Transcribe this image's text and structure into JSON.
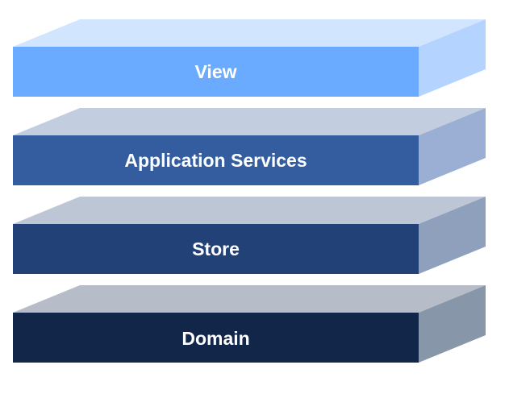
{
  "layers": [
    {
      "label": "View",
      "front_color": "#6aabff",
      "top_color": "#d1e5ff",
      "side_color": "#b4d4ff"
    },
    {
      "label": "Application Services",
      "front_color": "#335d9f",
      "top_color": "#c2cee0",
      "side_color": "#9aafd3"
    },
    {
      "label": "Store",
      "front_color": "#224277",
      "top_color": "#bdc6d5",
      "side_color": "#8ea0bc"
    },
    {
      "label": "Domain",
      "front_color": "#12264a",
      "top_color": "#b7bdc8",
      "side_color": "#8797a9"
    }
  ]
}
